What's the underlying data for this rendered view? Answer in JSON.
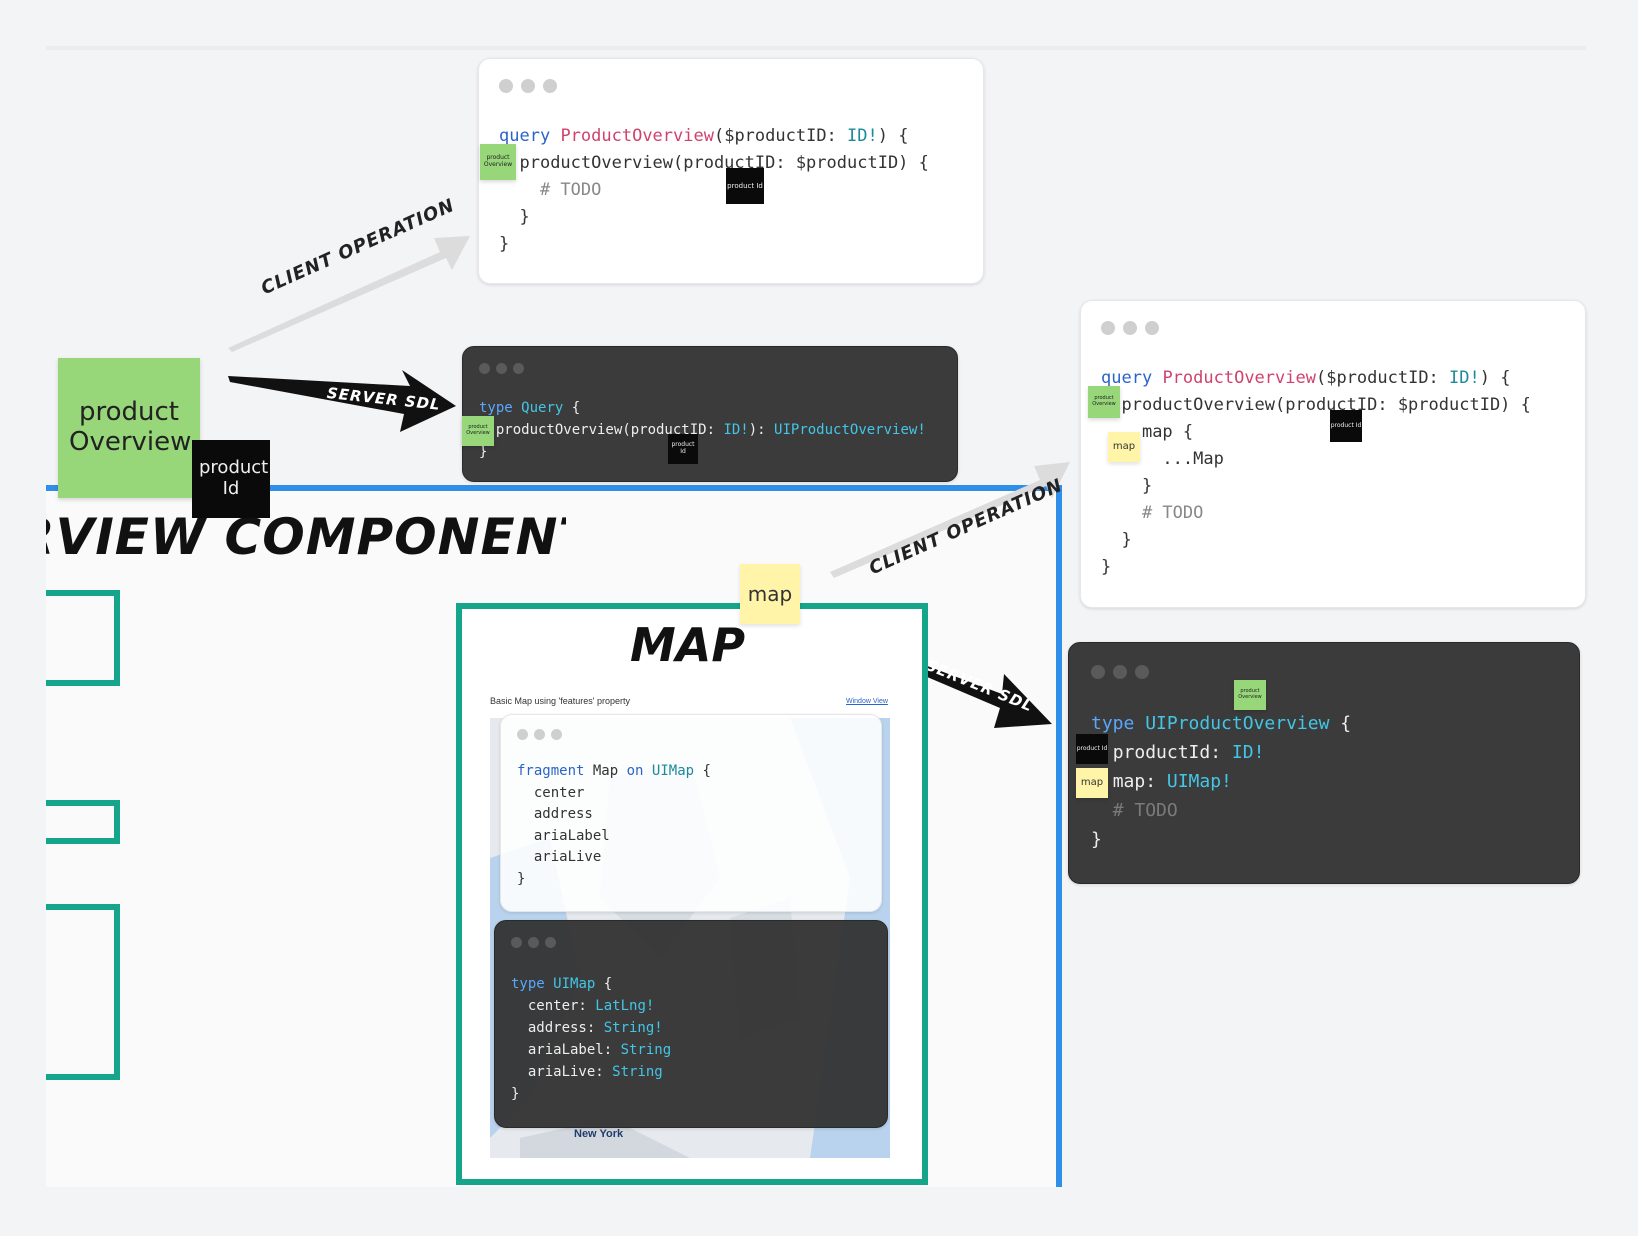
{
  "board": {
    "title": "RVIEW COMPONENT"
  },
  "stickies": {
    "product_overview": "product Overview",
    "product_id": "product Id",
    "map": "map",
    "mini_product_overview": "product Overview",
    "mini_product_id": "product Id",
    "mini_map": "map"
  },
  "arrows": {
    "client_operation": "CLIENT OPERATION",
    "server_sdl": "SERVER SDL"
  },
  "query_card_1": {
    "lines": [
      [
        "query",
        "ProductOverview",
        "($productID: ",
        "ID!",
        ") {"
      ],
      "productOverview(productID: $productID) {",
      "# TODO",
      "}",
      "}"
    ],
    "kw": "query",
    "name": "ProductOverview",
    "args_a": "($productID: ",
    "args_type": "ID!",
    "args_b": ") {",
    "line2": "productOverview(productID: $productID) {",
    "line3": "# TODO",
    "line4": "}",
    "line5": "}"
  },
  "server_card_1": {
    "kw": "type",
    "name": "Query",
    "brace": " {",
    "field": "productOverview(productID: ",
    "field_type": "ID!",
    "field_mid": "): ",
    "return_type": "UIProductOverview!",
    "close": "}"
  },
  "query_card_2": {
    "kw": "query",
    "name": "ProductOverview",
    "args_a": "($productID: ",
    "args_type": "ID!",
    "args_b": ") {",
    "line2": "productOverview(productID: $productID) {",
    "line3": "map {",
    "line4": "...Map",
    "line5": "}",
    "line6": "# TODO",
    "line7": "}",
    "line8": "}"
  },
  "server_card_2": {
    "kw": "type",
    "name": "UIProductOverview",
    "brace": " {",
    "f1": "productId: ",
    "f1_type": "ID!",
    "f2": "map: ",
    "f2_type": "UIMap!",
    "comment": "# TODO",
    "close": "}"
  },
  "map_component": {
    "title": "MAP",
    "embed_caption": "Basic Map using 'features' property",
    "embed_link": "Window View",
    "city_label": "New York"
  },
  "fragment_card": {
    "kw": "fragment",
    "name": "Map",
    "on": "on",
    "type": "UIMap",
    "brace": " {",
    "fields": [
      "center",
      "address",
      "ariaLabel",
      "ariaLive"
    ],
    "close": "}"
  },
  "uimap_card": {
    "kw": "type",
    "name": "UIMap",
    "brace": " {",
    "fields": [
      {
        "name": "center: ",
        "type": "LatLng!"
      },
      {
        "name": "address: ",
        "type": "String!"
      },
      {
        "name": "ariaLabel: ",
        "type": "String"
      },
      {
        "name": "ariaLive: ",
        "type": "String"
      }
    ],
    "close": "}"
  }
}
